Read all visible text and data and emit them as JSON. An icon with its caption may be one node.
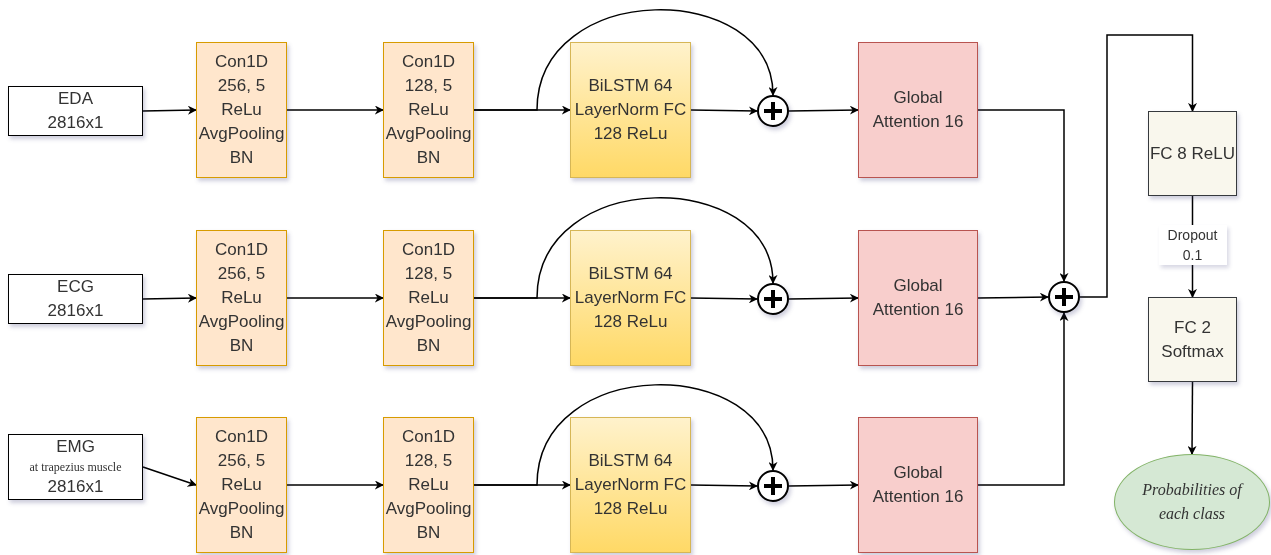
{
  "diagram": {
    "nodes": [
      {
        "text": [
          "EDA",
          "2816x1"
        ]
      },
      {
        "text": [
          "Con1D 256, 5 ReLu AvgPooling BN"
        ]
      },
      {
        "text": [
          "Con1D 128, 5 ReLu AvgPooling BN"
        ]
      },
      {
        "text": [
          "BiLSTM 64 LayerNorm FC 128 ReLu"
        ]
      },
      {
        "text": [],
        "shape": "circle"
      },
      {
        "text": [
          "Global Attention 16"
        ]
      },
      {
        "text": [
          "ECG",
          "2816x1"
        ]
      },
      {
        "text": [
          "Con1D 256, 5 ReLu AvgPooling BN"
        ]
      },
      {
        "text": [
          "Con1D 128, 5 ReLu AvgPooling BN"
        ]
      },
      {
        "text": [
          "BiLSTM 64 LayerNorm FC 128 ReLu"
        ]
      },
      {
        "text": [],
        "shape": "circle"
      },
      {
        "text": [
          "Global Attention 16"
        ]
      },
      {
        "text": [
          "EMG",
          "at trapezius muscle",
          "2816x1"
        ]
      },
      {
        "text": [
          "Con1D 256, 5 ReLu AvgPooling BN"
        ]
      },
      {
        "text": [
          "Con1D 128, 5 ReLu AvgPooling BN"
        ]
      },
      {
        "text": [
          "BiLSTM 64 LayerNorm FC 128 ReLu"
        ]
      },
      {
        "text": [],
        "shape": "circle"
      },
      {
        "text": [
          "Global Attention 16"
        ]
      },
      {
        "text": [],
        "shape": "circle"
      },
      {
        "text": [
          "FC 8 ReLU"
        ]
      },
      {
        "text": [
          "FC 2 Softmax"
        ]
      },
      {
        "text": [
          "Probabilities of each class"
        ]
      }
    ],
    "edges": [
      {
        "from": 0,
        "to": 1,
        "arrow": "to"
      },
      {
        "from": 1,
        "to": 2,
        "arrow": "to"
      },
      {
        "from": 2,
        "to": 3,
        "arrow": "to"
      },
      {
        "from": 2,
        "to": 4,
        "arrow": "to"
      },
      {
        "from": 3,
        "to": 4,
        "arrow": "to"
      },
      {
        "from": 4,
        "to": 5,
        "arrow": "to"
      },
      {
        "from": 5,
        "to": 18,
        "arrow": "to"
      },
      {
        "from": 6,
        "to": 7,
        "arrow": "to"
      },
      {
        "from": 7,
        "to": 8,
        "arrow": "to"
      },
      {
        "from": 8,
        "to": 9,
        "arrow": "to"
      },
      {
        "from": 8,
        "to": 10,
        "arrow": "to"
      },
      {
        "from": 9,
        "to": 10,
        "arrow": "to"
      },
      {
        "from": 10,
        "to": 11,
        "arrow": "to"
      },
      {
        "from": 11,
        "to": 18,
        "arrow": "to"
      },
      {
        "from": 12,
        "to": 13,
        "arrow": "to"
      },
      {
        "from": 13,
        "to": 14,
        "arrow": "to"
      },
      {
        "from": 14,
        "to": 15,
        "arrow": "to"
      },
      {
        "from": 14,
        "to": 16,
        "arrow": "to"
      },
      {
        "from": 15,
        "to": 16,
        "arrow": "to"
      },
      {
        "from": 16,
        "to": 17,
        "arrow": "to"
      },
      {
        "from": 17,
        "to": 18,
        "arrow": "to"
      },
      {
        "from": 18,
        "to": 19,
        "arrow": "to"
      },
      {
        "from": 19,
        "to": 20,
        "arrow": "to",
        "label": "Dropout 0.1"
      },
      {
        "from": 20,
        "to": 21,
        "arrow": "to"
      }
    ]
  }
}
